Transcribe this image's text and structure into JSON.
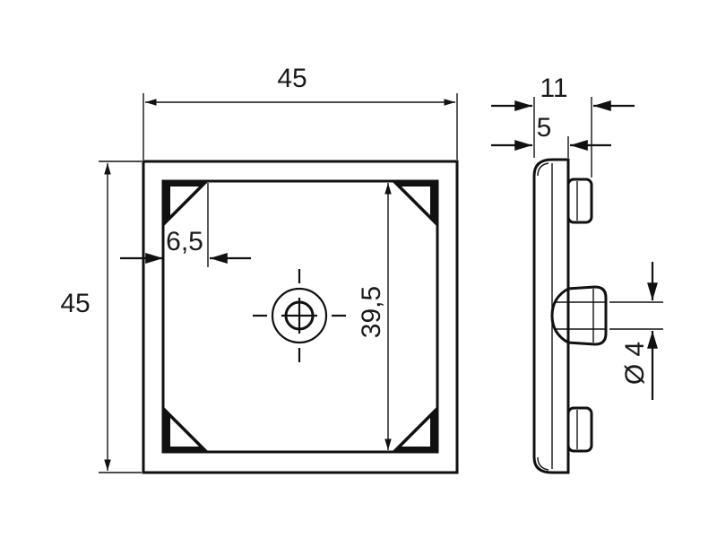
{
  "dimensions": {
    "width_top": "45",
    "height_left": "45",
    "inset": "6,5",
    "inner_height": "39,5",
    "side_total": "11",
    "side_plate": "5",
    "hole_diameter": "Ø 4"
  },
  "colors": {
    "line": "#111111",
    "background": "#ffffff"
  }
}
